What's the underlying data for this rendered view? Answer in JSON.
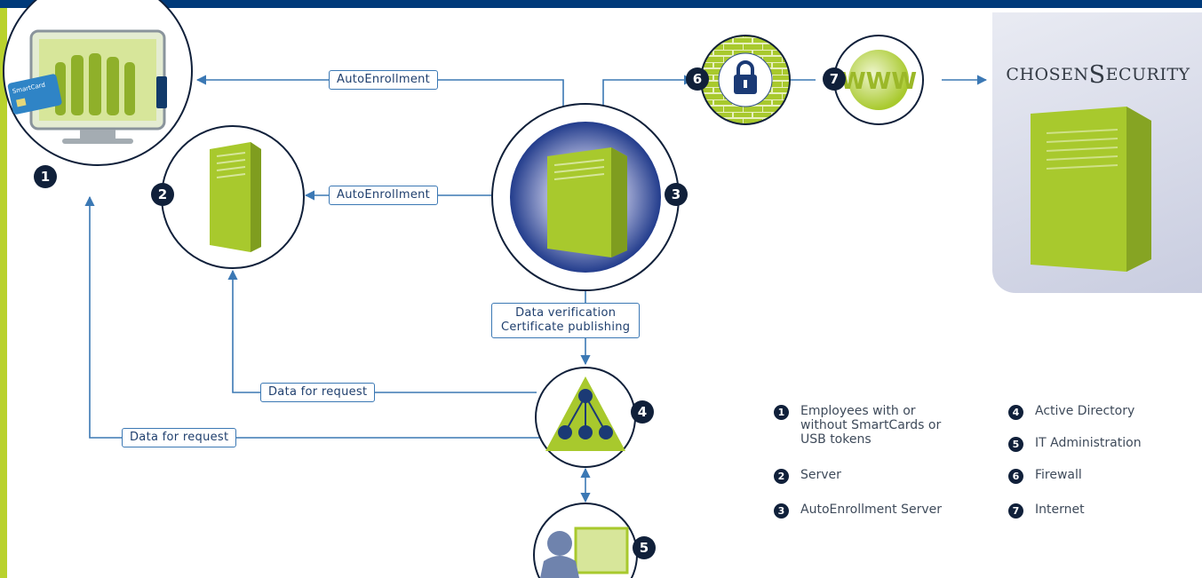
{
  "colors": {
    "top_bar": "#003a7a",
    "left_bar": "#b9d22d",
    "node_green": "#a8c92d",
    "line_blue": "#3b78b4",
    "badge_dark": "#10203a"
  },
  "brand": {
    "name_part1": "CHOSEN",
    "name_s": "S",
    "name_part2": "ECURITY"
  },
  "nodes": {
    "n1": {
      "badge": "1",
      "smartcard_text": "SmartCard"
    },
    "n2": {
      "badge": "2"
    },
    "n3": {
      "badge": "3"
    },
    "n4": {
      "badge": "4"
    },
    "n5": {
      "badge": "5"
    },
    "n6": {
      "badge": "6"
    },
    "n7": {
      "badge": "7",
      "text": "WWW"
    }
  },
  "flow_labels": {
    "autoenrollment_top": "AutoEnrollment",
    "autoenrollment_mid": "AutoEnrollment",
    "data_verification_line1": "Data verification",
    "data_verification_line2": "Certificate publishing",
    "data_for_request_upper": "Data for request",
    "data_for_request_lower": "Data for request"
  },
  "legend": [
    {
      "num": "1",
      "text": "Employees with or\nwithout SmartCards or\nUSB tokens"
    },
    {
      "num": "2",
      "text": "Server"
    },
    {
      "num": "3",
      "text": "AutoEnrollment Server"
    },
    {
      "num": "4",
      "text": "Active Directory"
    },
    {
      "num": "5",
      "text": "IT Administration"
    },
    {
      "num": "6",
      "text": "Firewall"
    },
    {
      "num": "7",
      "text": "Internet"
    }
  ]
}
